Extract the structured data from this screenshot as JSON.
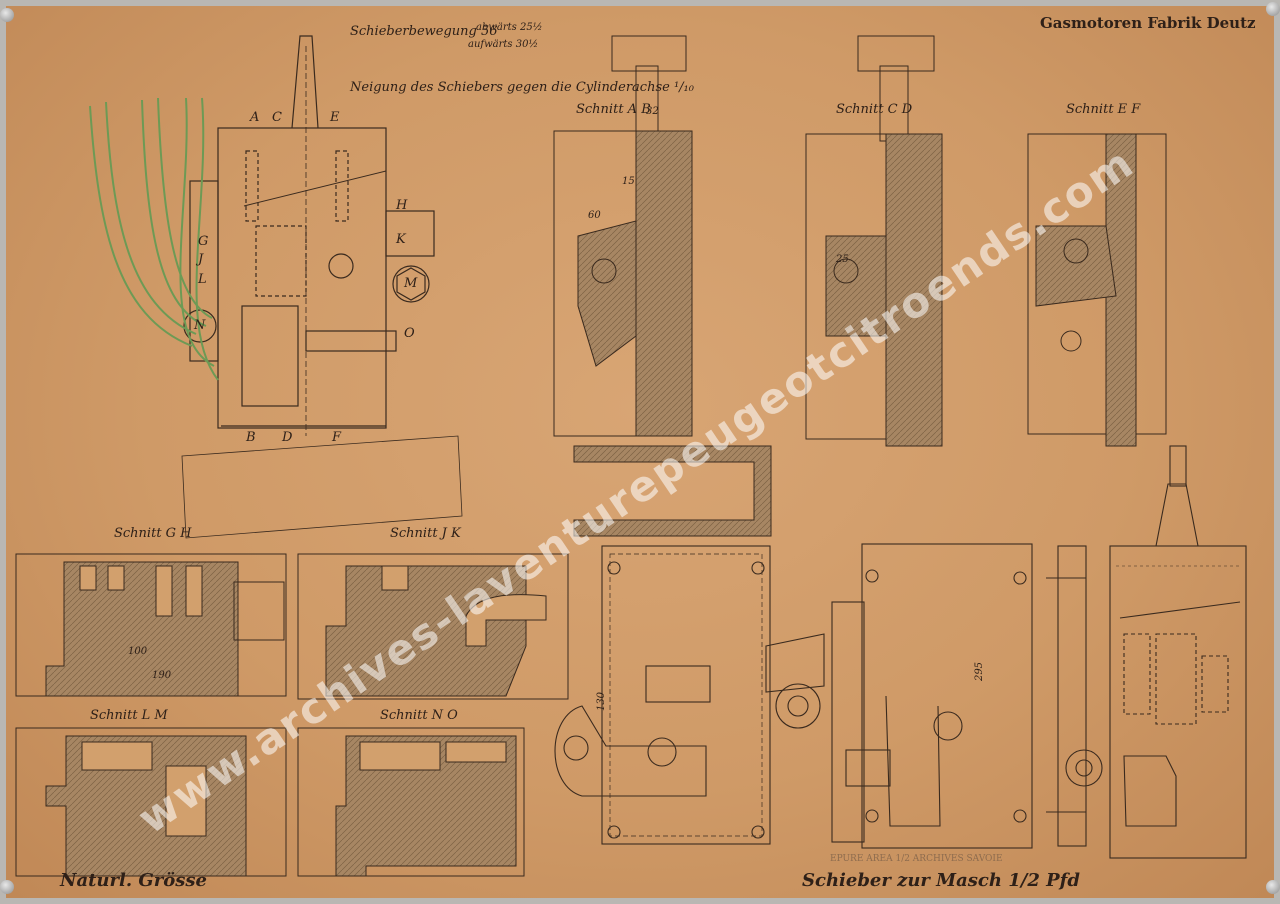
{
  "document": {
    "header_right": "Gasmotoren Fabrik Deutz",
    "bottom_left": "Naturl. Grösse",
    "bottom_right": "Schieber zur Masch 1/2 Pfd",
    "bottom_stamp": "EPURE AREA 1/2 ARCHIVES SAVOIE",
    "watermark": "www.archives-laventurepeugeotcitroends.com"
  },
  "notes": {
    "travel": "Schieberbewegung 56",
    "down": "abwärts 25½",
    "up": "aufwärts 30½",
    "tilt": "Neigung des Schiebers gegen die Cylinderachse ¹/₁₀"
  },
  "main_view": {
    "top_letters": [
      "A",
      "C",
      "E"
    ],
    "bottom_letters": [
      "B",
      "D",
      "F"
    ],
    "side_letters": [
      "G",
      "J",
      "L",
      "H",
      "K",
      "M",
      "N",
      "O"
    ]
  },
  "sections": {
    "ab": "Schnitt A B",
    "cd": "Schnitt C D",
    "ef": "Schnitt E F",
    "gh": "Schnitt G H",
    "ik": "Schnitt J K",
    "lm": "Schnitt L M",
    "no": "Schnitt N O"
  },
  "dimensions": {
    "d1": "190",
    "d2": "100",
    "d3": "295",
    "d4": "130",
    "d5": "60",
    "d6": "32",
    "d7": "15",
    "d8": "25"
  },
  "colors": {
    "paper": "#d2a06d",
    "ink": "#3a2a1e",
    "hatch": "#8f7252",
    "green_pipe": "#6d9a55"
  }
}
